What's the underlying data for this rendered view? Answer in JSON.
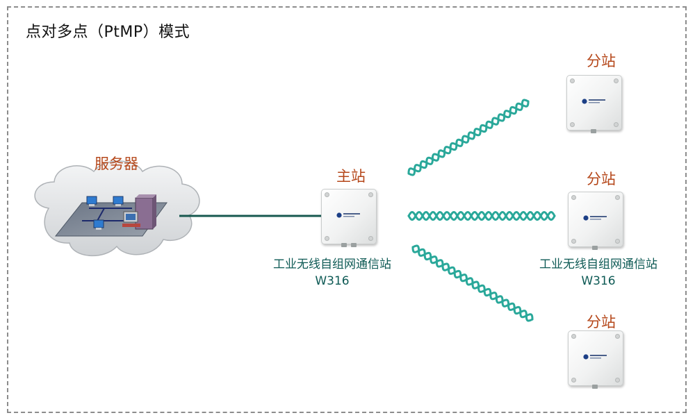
{
  "title": "点对多点（PtMP）模式",
  "server_label": "服务器",
  "master": {
    "label": "主站",
    "name": "工业无线自组网通信站",
    "model": "W316"
  },
  "stations": [
    {
      "label": "分站"
    },
    {
      "label": "分站",
      "name": "工业无线自组网通信站",
      "model": "W316"
    },
    {
      "label": "分站"
    }
  ],
  "colors": {
    "label_red": "#b5471a",
    "label_teal": "#0e5a55",
    "link_teal": "#2aa89a",
    "cable": "#17584f"
  }
}
